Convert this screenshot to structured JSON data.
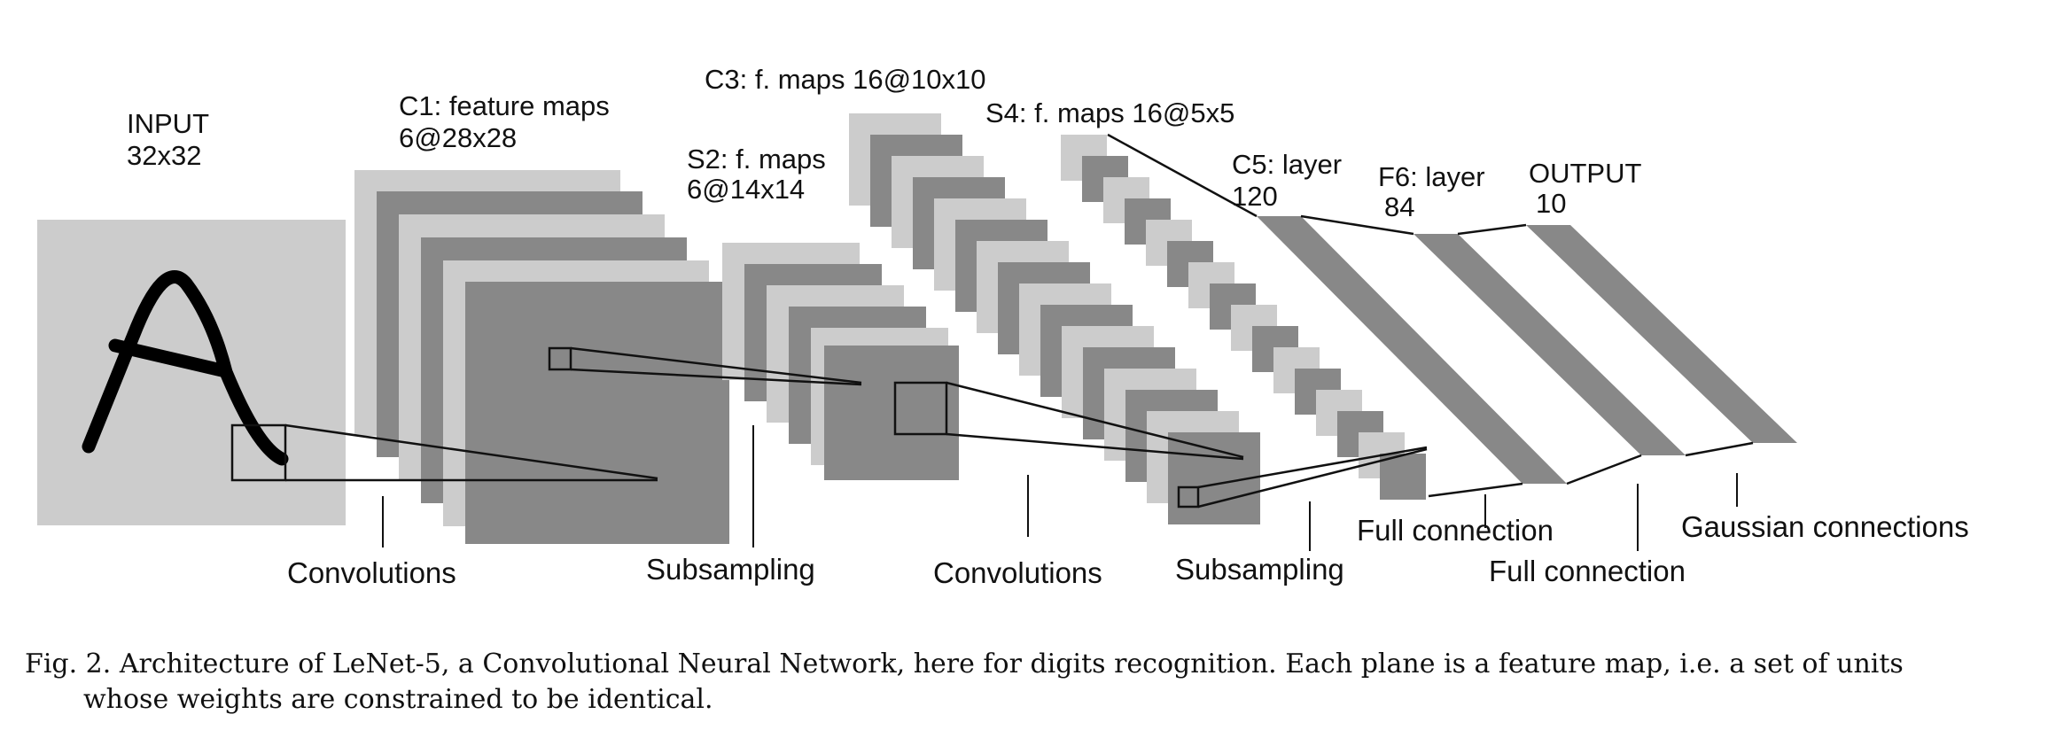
{
  "colors": {
    "plane_light": "#cccccc",
    "plane_dark": "#888888",
    "line": "#111111",
    "background": "#ffffff"
  },
  "diagram": {
    "layers": [
      {
        "id": "input",
        "line1": "INPUT",
        "line2": "32x32"
      },
      {
        "id": "c1",
        "line1": "C1: feature maps",
        "line2": "6@28x28"
      },
      {
        "id": "s2",
        "line1": "S2: f. maps",
        "line2": "6@14x14"
      },
      {
        "id": "c3",
        "line1": "C3: f. maps 16@10x10"
      },
      {
        "id": "s4",
        "line1": "S4: f. maps 16@5x5"
      },
      {
        "id": "c5",
        "line1": "C5: layer",
        "line2": "120"
      },
      {
        "id": "f6",
        "line1": "F6: layer",
        "line2": "84"
      },
      {
        "id": "output",
        "line1": "OUTPUT",
        "line2": "10"
      }
    ],
    "operations": [
      {
        "id": "op1",
        "label": "Convolutions"
      },
      {
        "id": "op2",
        "label": "Subsampling"
      },
      {
        "id": "op3",
        "label": "Convolutions"
      },
      {
        "id": "op4",
        "label": "Subsampling"
      },
      {
        "id": "op5",
        "label": "Full connection"
      },
      {
        "id": "op6",
        "label": "Full connection"
      },
      {
        "id": "op7",
        "label": "Gaussian connections"
      }
    ]
  },
  "caption": {
    "line1": "Fig. 2.  Architecture of LeNet-5, a Convolutional Neural Network, here for digits recognition. Each plane is a feature map, i.e. a set of units",
    "line2": "whose weights are constrained to be identical."
  }
}
